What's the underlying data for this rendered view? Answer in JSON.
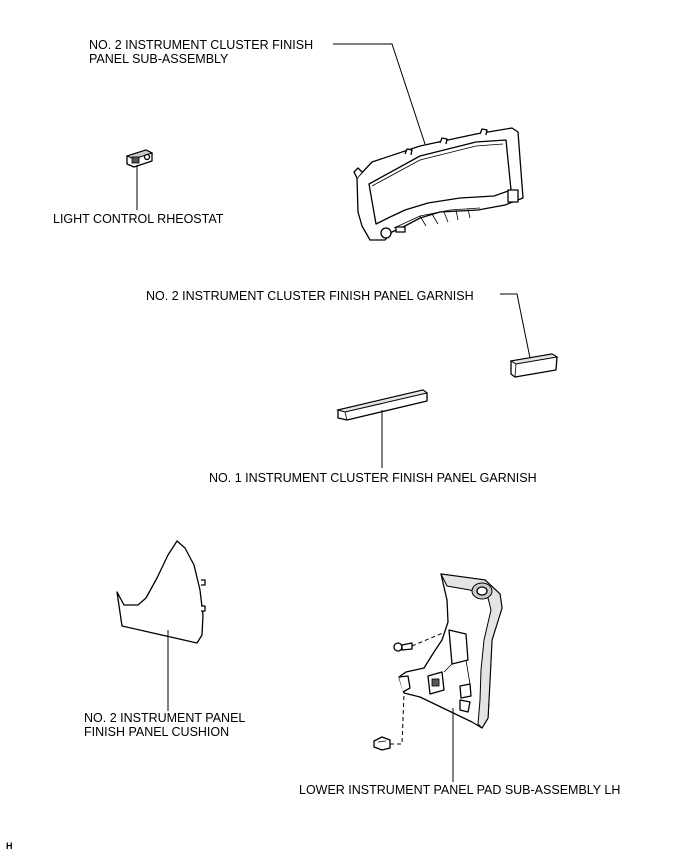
{
  "labels": {
    "cluster_panel_line1": "NO. 2 INSTRUMENT CLUSTER FINISH",
    "cluster_panel_line2": "PANEL SUB-ASSEMBLY",
    "light_control": "LIGHT CONTROL RHEOSTAT",
    "garnish_no2": "NO. 2 INSTRUMENT CLUSTER FINISH PANEL GARNISH",
    "garnish_no1": "NO. 1 INSTRUMENT CLUSTER FINISH PANEL GARNISH",
    "cushion_line1": "NO. 2 INSTRUMENT PANEL",
    "cushion_line2": "FINISH PANEL CUSHION",
    "lower_pad": "LOWER INSTRUMENT PANEL PAD SUB-ASSEMBLY LH",
    "corner_mark": "H"
  }
}
